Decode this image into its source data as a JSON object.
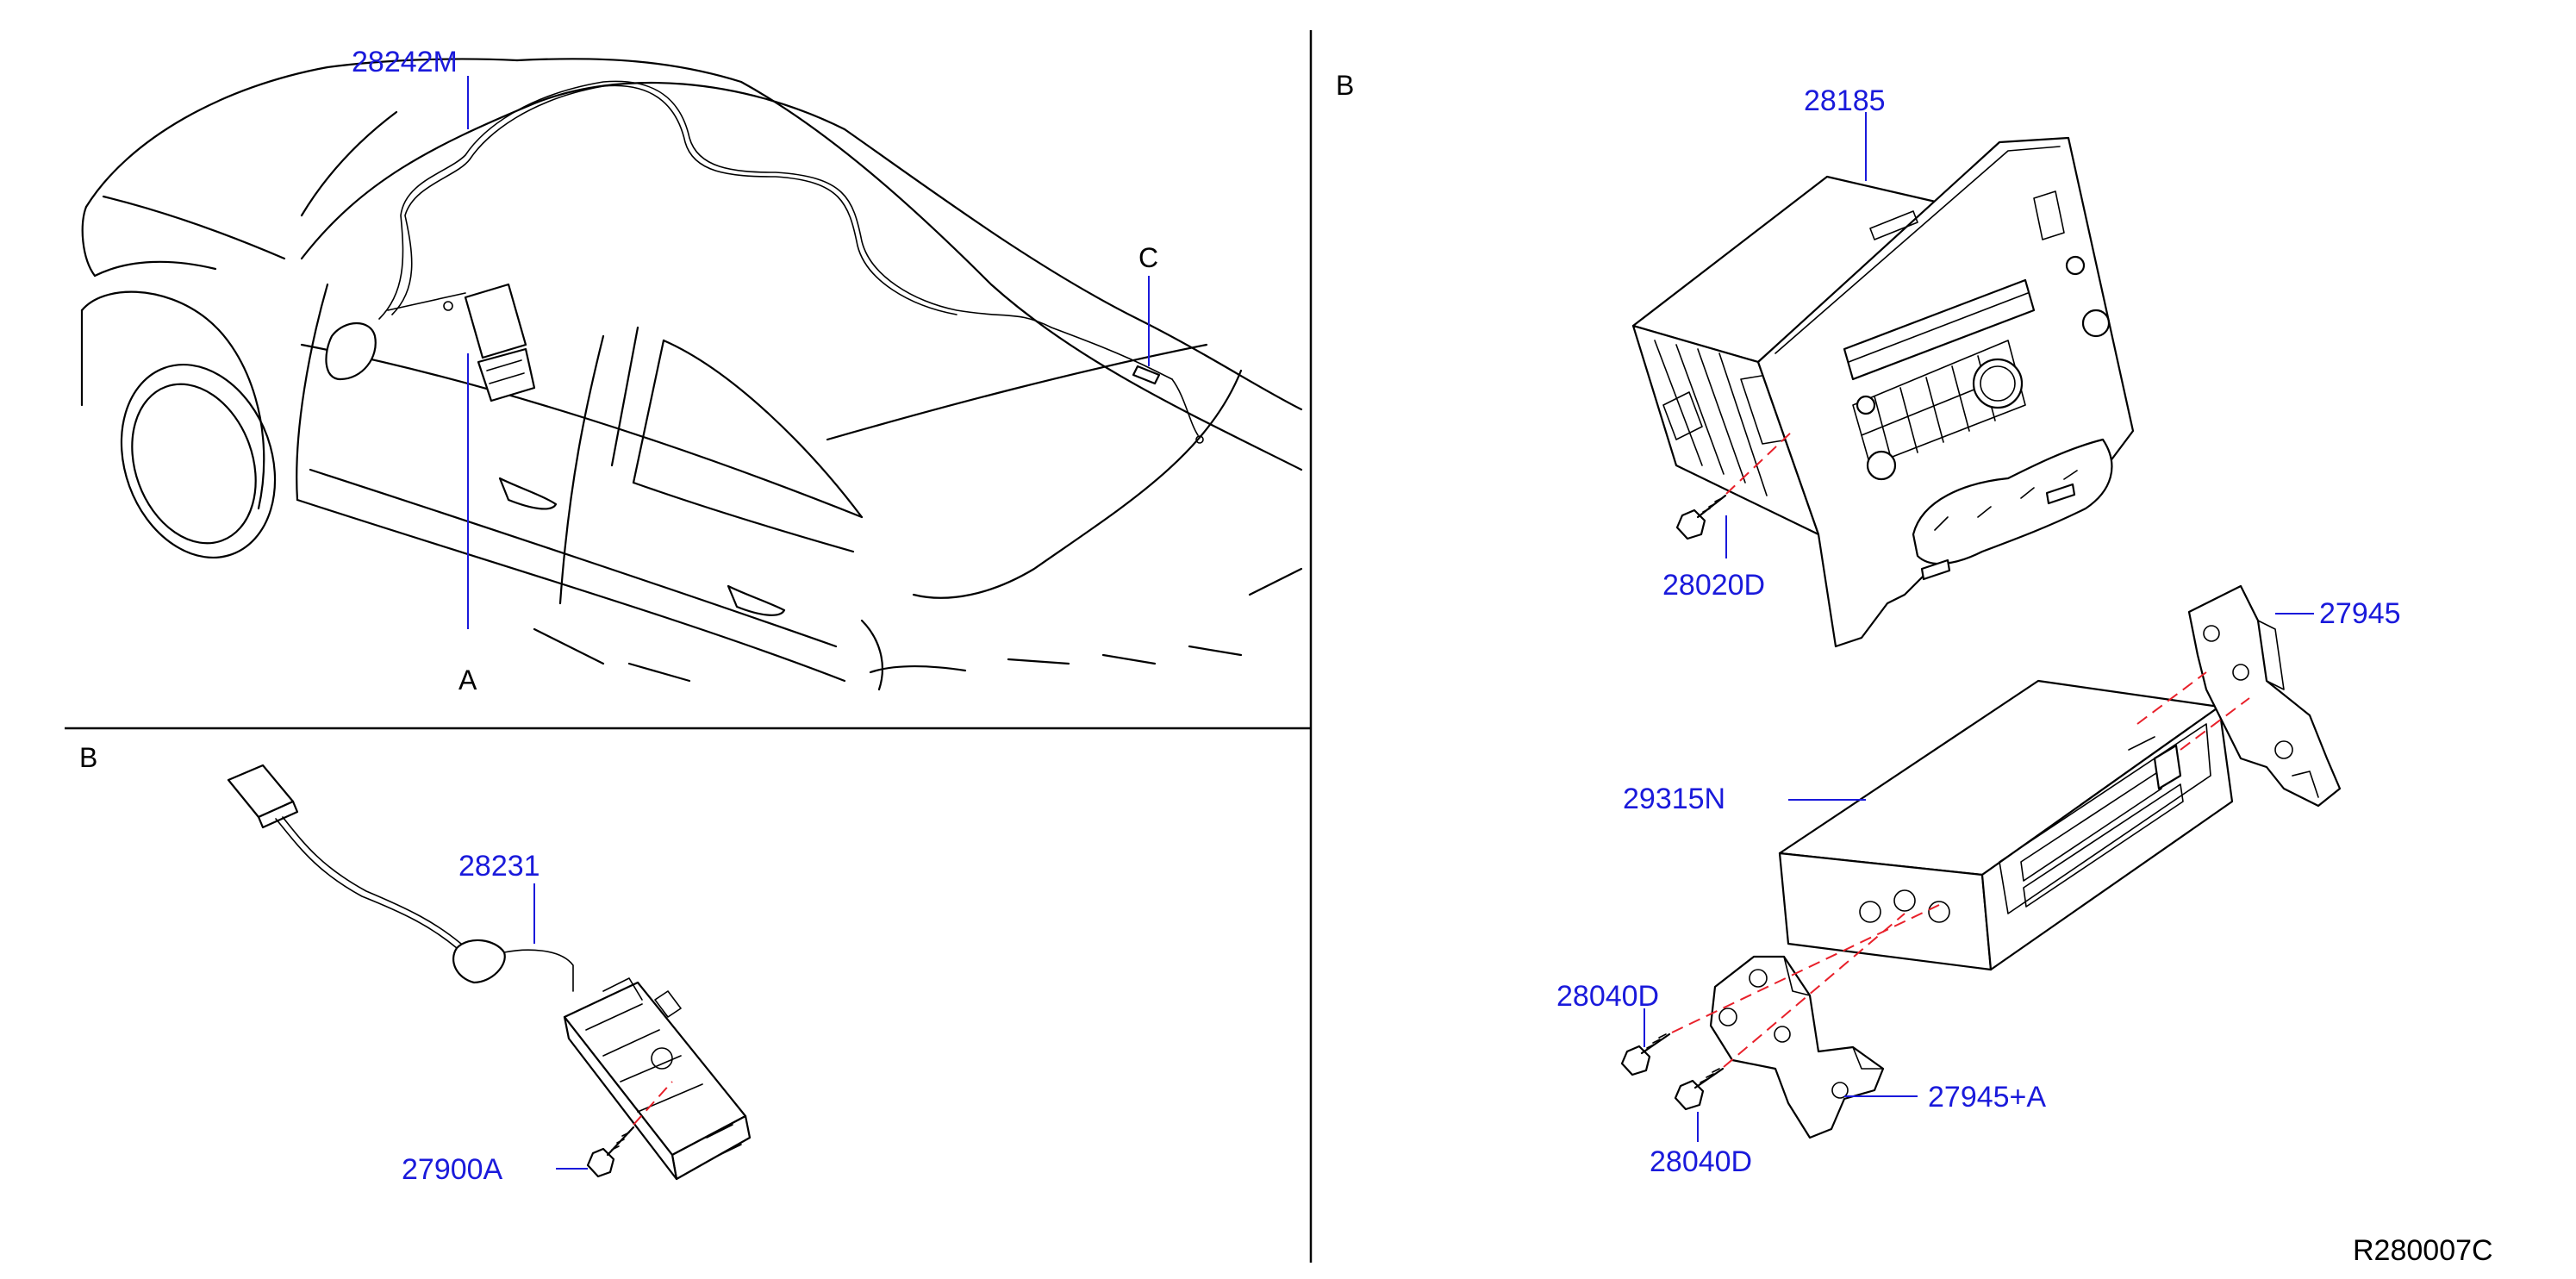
{
  "panels": {
    "top_left": {
      "labels": {
        "part_28242M": "28242M",
        "marker_C": "C",
        "marker_A": "A"
      }
    },
    "bottom_left": {
      "section_letter": "B",
      "labels": {
        "part_28231": "28231",
        "part_27900A": "27900A"
      }
    },
    "right": {
      "section_letter": "B",
      "labels": {
        "part_28185": "28185",
        "part_28020D": "28020D",
        "part_27945": "27945",
        "part_29315N": "29315N",
        "part_28040D_upper": "28040D",
        "part_28040D_lower": "28040D",
        "part_27945A": "27945+A"
      }
    }
  },
  "diagram_code": "R280007C",
  "colors": {
    "part_label": "#1a1adb",
    "line": "#000000",
    "centerline": "#e8202a"
  }
}
